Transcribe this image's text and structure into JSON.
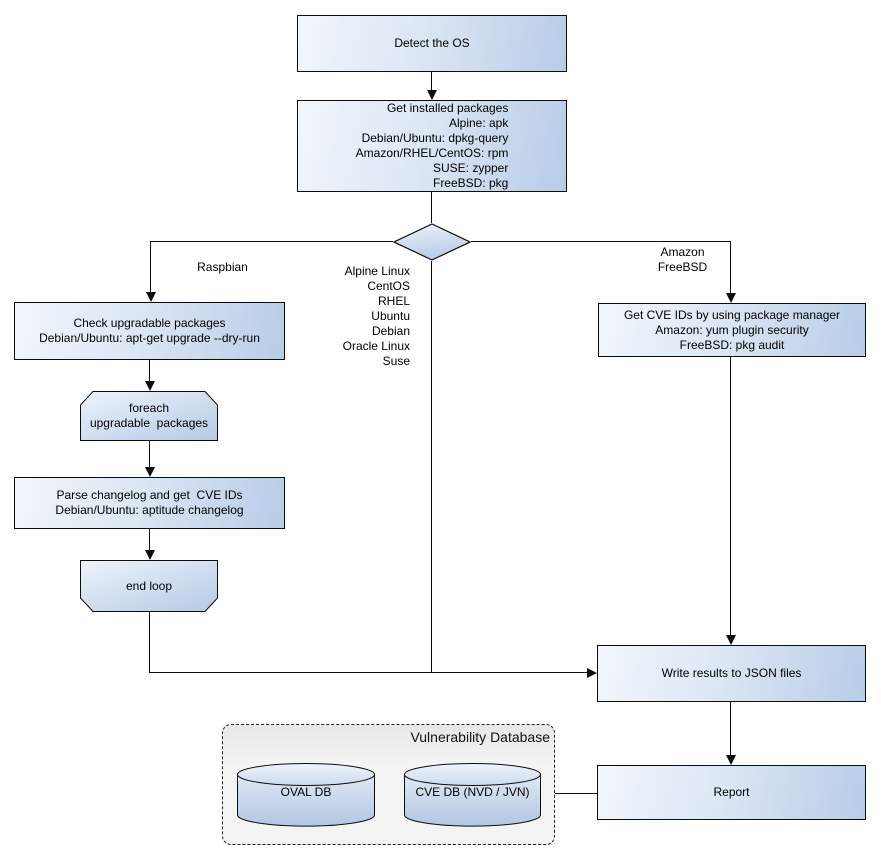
{
  "palette": {
    "node_fill_light": "#f2f6fc",
    "node_fill_dark": "#b7cce7",
    "node_border": "#0d0d0d",
    "line_color": "#0d0d0d",
    "container_fill": "#f0f0f0",
    "text_color": "#000000"
  },
  "nodes": {
    "detect_os": {
      "text": "Detect the OS"
    },
    "get_installed_packages": {
      "text": "Get installed packages\nAlpine: apk\nDebian/Ubuntu: dpkg-query\nAmazon/RHEL/CentOS: rpm\nSUSE: zypper\nFreeBSD: pkg"
    },
    "check_upgradable": {
      "text": "Check upgradable packages\nDebian/Ubuntu: apt-get upgrade --dry-run"
    },
    "foreach_loop": {
      "text": "foreach\nupgradable  packages"
    },
    "parse_changelog": {
      "text": "Parse changelog and get  CVE IDs\nDebian/Ubuntu: aptitude changelog"
    },
    "end_loop": {
      "text": "end loop"
    },
    "get_cve_ids": {
      "text": "Get CVE IDs by using package manager\nAmazon: yum plugin security\nFreeBSD: pkg audit"
    },
    "write_results": {
      "text": "Write results to JSON files"
    },
    "report": {
      "text": "Report"
    }
  },
  "edge_labels": {
    "raspbian": "Raspbian",
    "os_list": "Alpine Linux\nCentOS\nRHEL\nUbuntu\nDebian\nOracle Linux\nSuse",
    "amazon_freebsd": "Amazon\nFreeBSD"
  },
  "database": {
    "title": "Vulnerability Database",
    "cylinders": [
      {
        "label": "OVAL DB"
      },
      {
        "label": "CVE DB (NVD / JVN)"
      }
    ]
  }
}
